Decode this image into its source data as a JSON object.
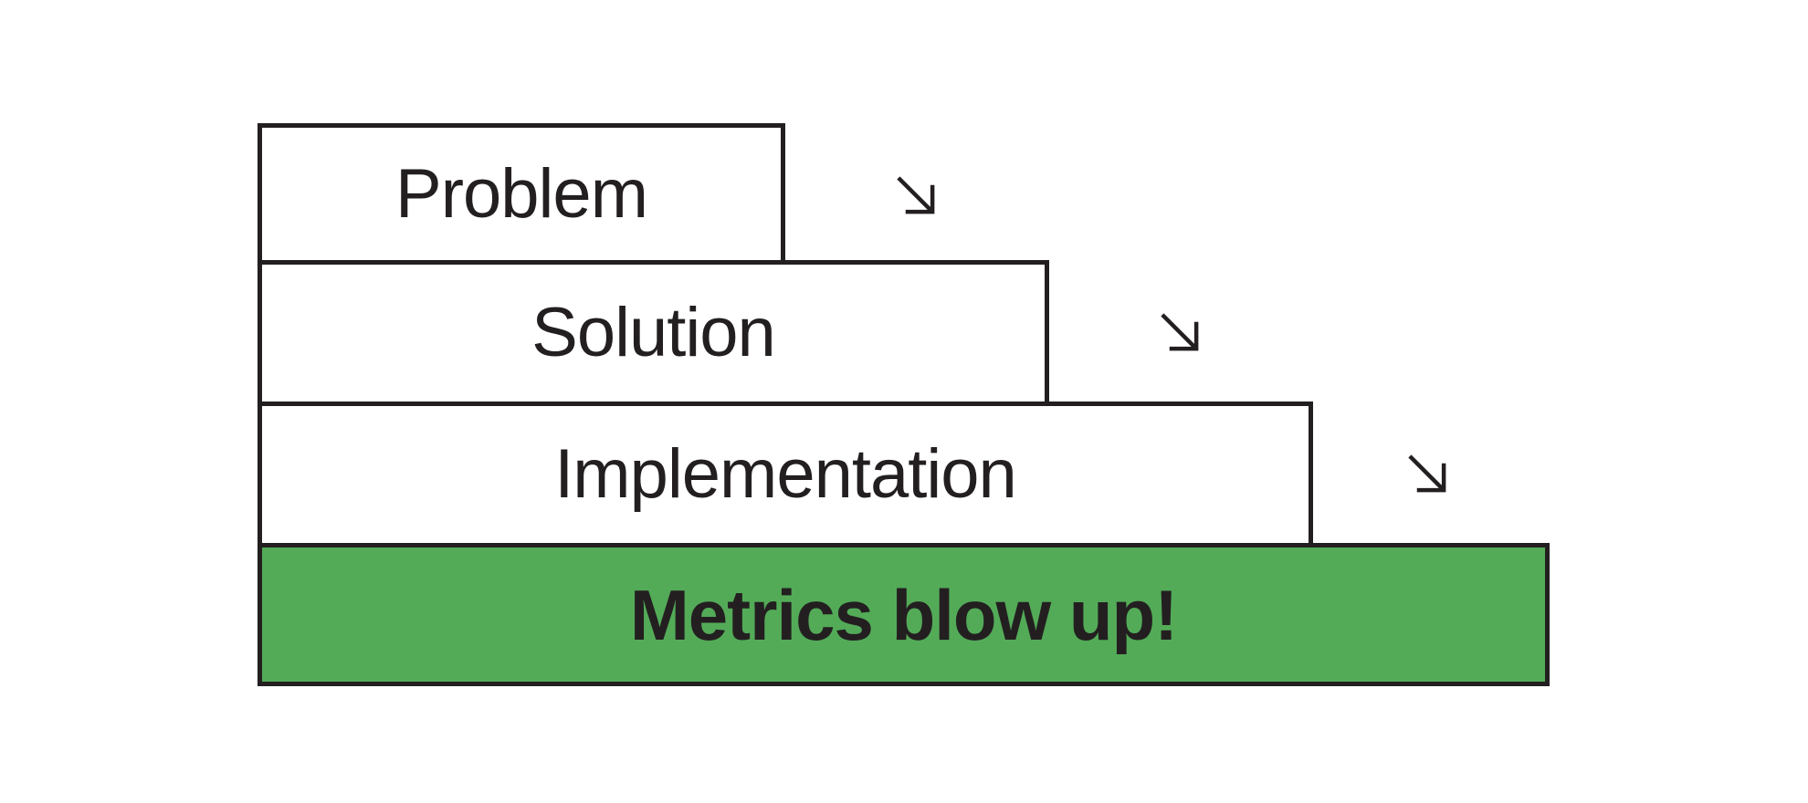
{
  "diagram": {
    "title": "",
    "steps": [
      {
        "label": "Problem"
      },
      {
        "label": "Solution"
      },
      {
        "label": "Implementation"
      }
    ],
    "result": {
      "label": "Metrics blow up!"
    },
    "arrows": {
      "icon": "down-right-arrow",
      "glyph": "↘",
      "count": 3
    },
    "colors": {
      "ink": "#231F20",
      "box_fill": "#FFFFFF",
      "result_fill": "#53AB58",
      "background": "#FFFFFF"
    }
  }
}
